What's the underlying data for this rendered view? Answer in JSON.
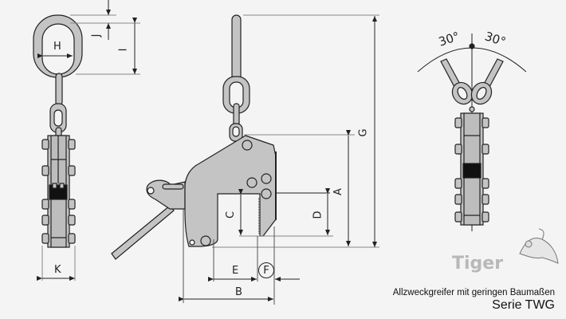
{
  "diagram": {
    "title": "Serie TWG",
    "subtitle": "Allzweckgreifer mit geringen Baumaßen",
    "brand": "Tiger",
    "views": [
      "front-view",
      "side-view",
      "sling-angle-view"
    ],
    "dimensions": {
      "A": "A",
      "B": "B",
      "C": "C",
      "D": "D",
      "E": "E",
      "F": "F",
      "G": "G",
      "H": "H",
      "I": "I",
      "J": "J",
      "K": "K"
    },
    "angles": {
      "left": "30°",
      "right": "30°"
    },
    "colors": {
      "metal": "#c4c4c4",
      "outline": "#222222",
      "background": "#f4f4f4",
      "brand": "#b8b8b8"
    }
  }
}
